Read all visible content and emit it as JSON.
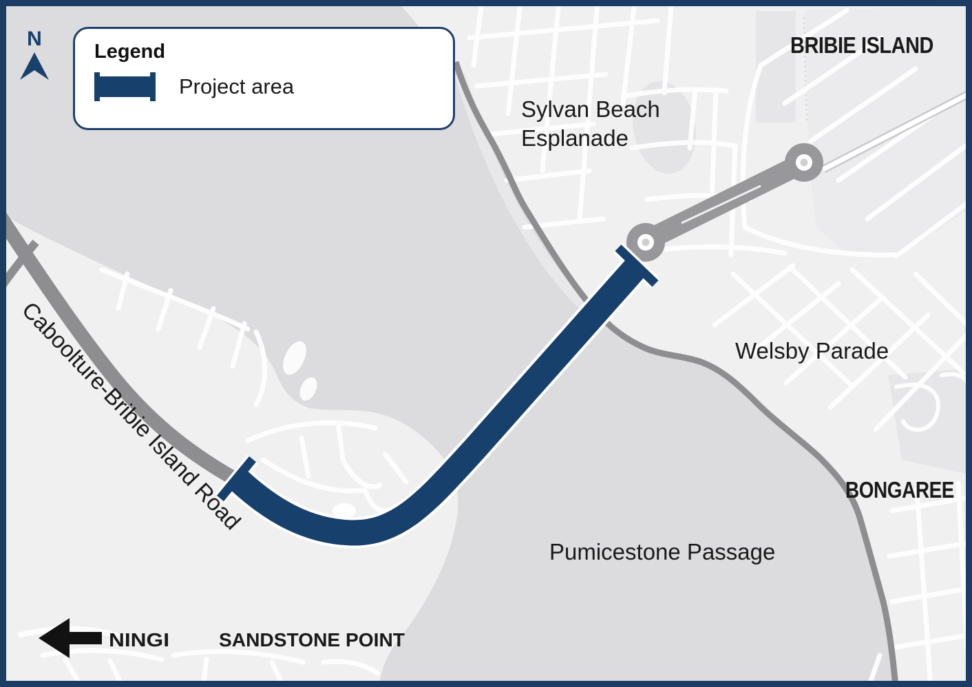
{
  "legend": {
    "title": "Legend",
    "items": [
      {
        "label": "Project area",
        "symbol": "project-area-bar",
        "symbol_color": "#17406d"
      }
    ]
  },
  "compass": {
    "label": "N"
  },
  "labels": {
    "bribie_island": "BRIBIE ISLAND",
    "sylvan_beach_line1": "Sylvan Beach",
    "sylvan_beach_line2": "Esplanade",
    "welsby_parade": "Welsby Parade",
    "bongaree": "BONGAREE",
    "pumicestone_passage": "Pumicestone Passage",
    "ningi": "NINGI",
    "sandstone_point": "SANDSTONE POINT",
    "caboolture_road": "Caboolture-Bribie Island Road"
  },
  "colors": {
    "project_area_blue": "#17406d",
    "frame_navy": "#1c3c63",
    "water_gray": "#dcdcde",
    "land_gray": "#f0f0f1",
    "road_gray": "#8e8e90",
    "existing_road_gray": "#98989a"
  }
}
